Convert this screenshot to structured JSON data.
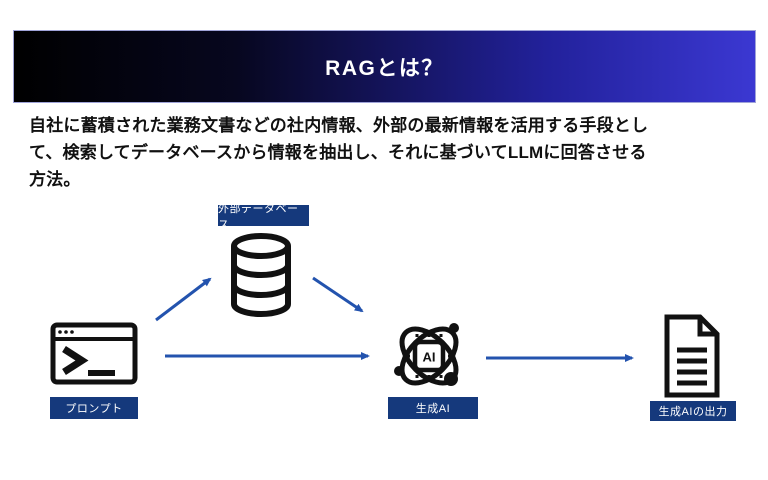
{
  "header": {
    "title": "RAGとは？"
  },
  "description": {
    "lines": [
      "自社に蓄積された業務文書などの社内情報、外部の最新情報を活用する手段とし",
      "て、検索してデータベースから情報を抽出し、それに基づいてLLMに回答させる",
      "方法。"
    ]
  },
  "diagram": {
    "nodes": {
      "prompt": {
        "label": "プロンプト",
        "icon": "terminal-prompt-icon"
      },
      "database": {
        "label": "外部データベース",
        "icon": "database-icon"
      },
      "ai": {
        "label": "生成AI",
        "icon": "ai-atom-chip-icon",
        "chip_text": "AI"
      },
      "output": {
        "label": "生成AIの出力",
        "icon": "document-icon"
      }
    },
    "edges": [
      {
        "from": "prompt",
        "to": "database"
      },
      {
        "from": "database",
        "to": "ai"
      },
      {
        "from": "prompt",
        "to": "ai"
      },
      {
        "from": "ai",
        "to": "output"
      }
    ],
    "colors": {
      "label_bg": "#15397c",
      "label_text": "#ffffff",
      "arrow": "#2353ae",
      "icon_stroke": "#111111",
      "header_gradient_from": "#000000",
      "header_gradient_to": "#3b38d2"
    }
  }
}
